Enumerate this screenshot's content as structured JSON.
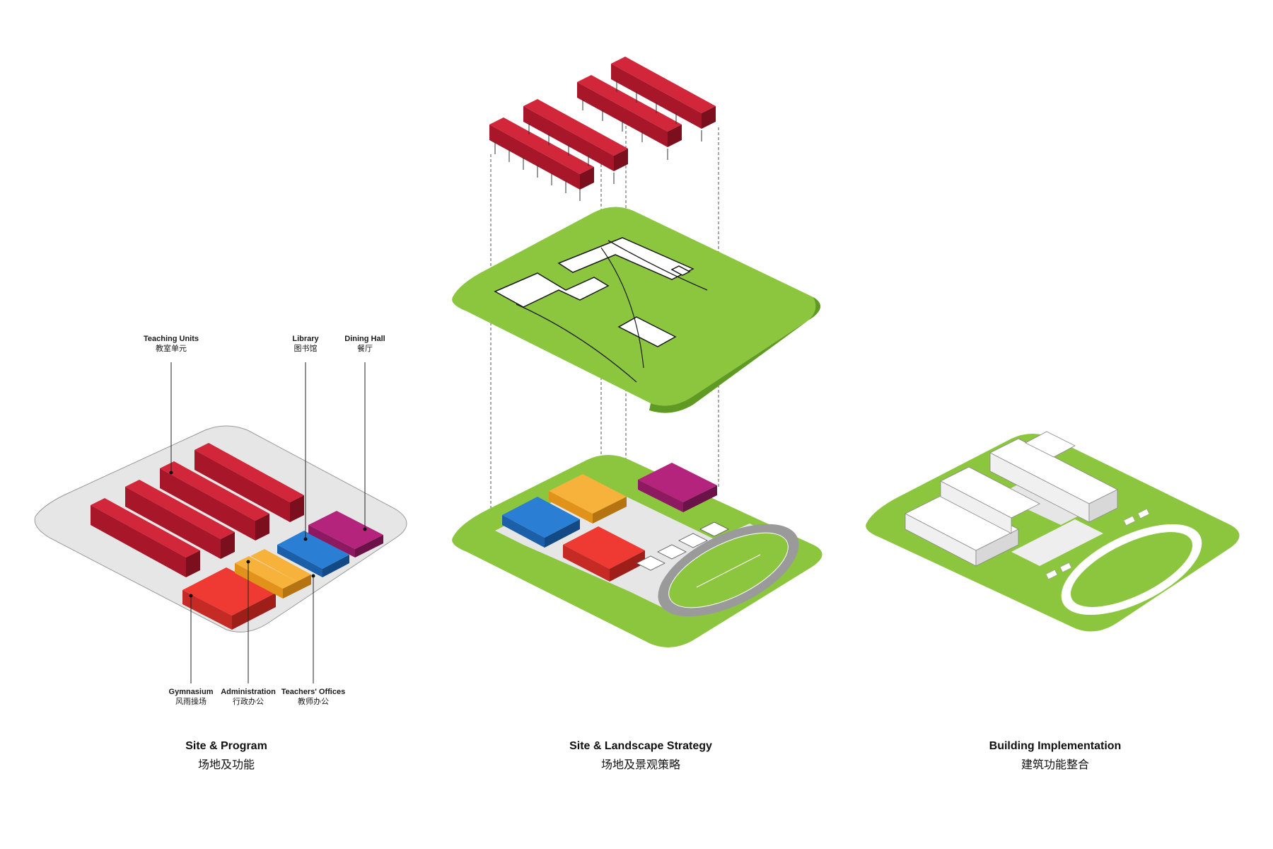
{
  "panels": [
    {
      "title": "Site & Program",
      "subtitle": "场地及功能"
    },
    {
      "title": "Site & Landscape Strategy",
      "subtitle": "场地及景观策略"
    },
    {
      "title": "Building Implementation",
      "subtitle": "建筑功能整合"
    }
  ],
  "labels": {
    "teaching_units": {
      "en": "Teaching Units",
      "cn": "教室单元"
    },
    "library": {
      "en": "Library",
      "cn": "图书馆"
    },
    "dining_hall": {
      "en": "Dining Hall",
      "cn": "餐厅"
    },
    "gymnasium": {
      "en": "Gymnasium",
      "cn": "风雨操场"
    },
    "administration": {
      "en": "Administration",
      "cn": "行政办公"
    },
    "teachers_offices": {
      "en": "Teachers' Offices",
      "cn": "教师办公"
    }
  },
  "colors": {
    "teaching": "#b5192e",
    "gym": "#ee3a33",
    "admin": "#f5a623",
    "library": "#1f6fc1",
    "dining": "#a21f6e",
    "green": "#8cc63f",
    "site_gray": "#e6e6e6"
  }
}
